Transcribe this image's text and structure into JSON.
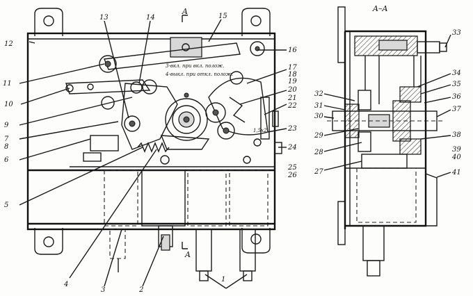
{
  "section_marks": {
    "a_top": "A",
    "a_bottom": "A",
    "section_title": "A–A"
  },
  "notes": {
    "note_1": "3-вкл. при вкл. полож.",
    "note_2": "4-выкл. при откл. полож.",
    "note_3": "1,5x2"
  },
  "labels": [
    "1",
    "2",
    "3",
    "4",
    "5",
    "6",
    "7",
    "8",
    "9",
    "10",
    "11",
    "12",
    "13",
    "14",
    "15",
    "16",
    "17",
    "18",
    "19",
    "20",
    "21",
    "22",
    "23",
    "24",
    "25",
    "26",
    "27",
    "28",
    "29",
    "30",
    "31",
    "32",
    "33",
    "34",
    "35",
    "36",
    "37",
    "38",
    "39",
    "40",
    "41"
  ]
}
